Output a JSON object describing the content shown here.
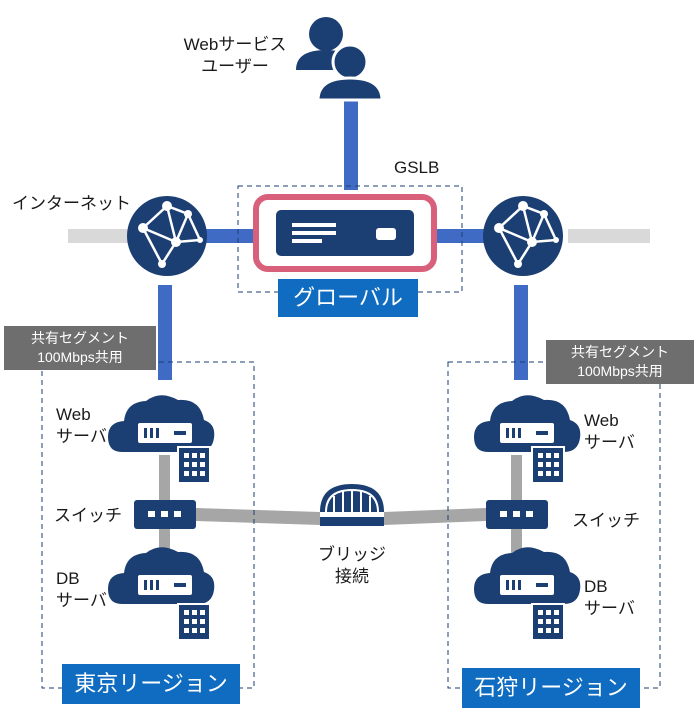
{
  "users": {
    "label_line1": "Webサービス",
    "label_line2": "ユーザー"
  },
  "gslb": {
    "label": "GSLB",
    "title": "グローバル"
  },
  "internet": {
    "label": "インターネット"
  },
  "segment_left": {
    "line1": "共有セグメント",
    "line2": "100Mbps共用"
  },
  "segment_right": {
    "line1": "共有セグメント",
    "line2": "100Mbps共用"
  },
  "left_region": {
    "web_line1": "Web",
    "web_line2": "サーバ",
    "switch": "スイッチ",
    "db_line1": "DB",
    "db_line2": "サーバ",
    "name": "東京リージョン"
  },
  "right_region": {
    "web_line1": "Web",
    "web_line2": "サーバ",
    "switch": "スイッチ",
    "db_line1": "DB",
    "db_line2": "サーバ",
    "name": "石狩リージョン"
  },
  "bridge": {
    "line1": "ブリッジ",
    "line2": "接続"
  },
  "colors": {
    "navy": "#1b3f72",
    "blue_link": "#3f6bc4",
    "gray_link": "#a6a6a6",
    "region_blue": "#0f6cc0",
    "gslb_border": "#d9607a"
  }
}
